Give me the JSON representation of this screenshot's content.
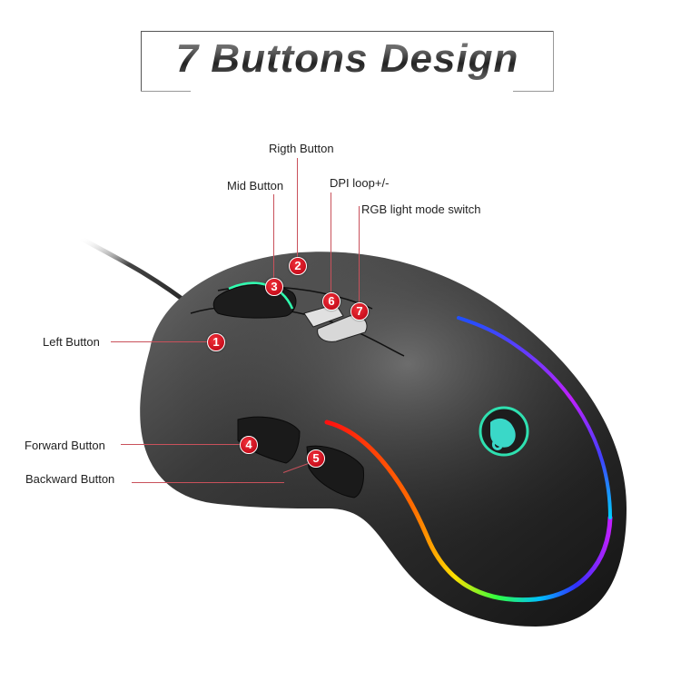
{
  "title": "7 Buttons Design",
  "buttons": [
    {
      "number": "1",
      "label": "Left Button"
    },
    {
      "number": "2",
      "label": "Rigth Button"
    },
    {
      "number": "3",
      "label": "Mid Button"
    },
    {
      "number": "4",
      "label": "Forward Button"
    },
    {
      "number": "5",
      "label": "Backward Button"
    },
    {
      "number": "6",
      "label": "DPI loop+/-"
    },
    {
      "number": "7",
      "label": "RGB light mode switch"
    }
  ],
  "colors": {
    "badge": "#d0101c",
    "leader_line": "#c9515b",
    "mouse_body": "#2a2a2a",
    "logo_glow": "#2fe0b0"
  },
  "product": {
    "logo_icon": "scorpion-logo-icon"
  }
}
